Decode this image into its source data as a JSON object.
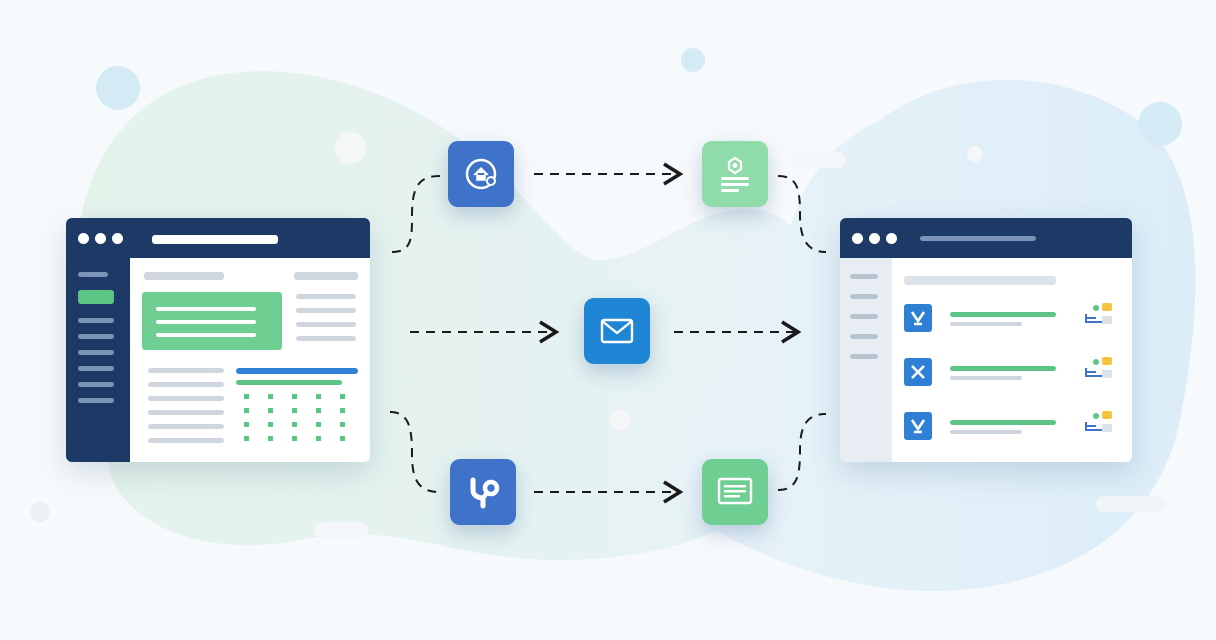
{
  "diagram": {
    "description_free": true,
    "colors": {
      "navy": "#1d3a66",
      "blue_node": "#3f73c9",
      "mail_node": "#1f86d6",
      "green_node": "#7cd39a",
      "green_accent": "#5cc485",
      "blue_accent": "#2f7fd4",
      "gray_line": "#cfd6de"
    },
    "nodes": [
      {
        "id": "settings-node",
        "icon": "home-gear-icon",
        "color": "#3f73c9"
      },
      {
        "id": "document-node",
        "icon": "badge-document-icon",
        "color": "#8fdcaa"
      },
      {
        "id": "mail-node",
        "icon": "envelope-icon",
        "color": "#1f86d6"
      },
      {
        "id": "branch-node",
        "icon": "branch-icon",
        "color": "#3f73c9"
      },
      {
        "id": "message-node",
        "icon": "list-window-icon",
        "color": "#6fcf93"
      }
    ],
    "source_window": {
      "icon": "window-dots-icon"
    },
    "target_window": {
      "icon": "window-dots-icon",
      "rows": 3
    }
  }
}
